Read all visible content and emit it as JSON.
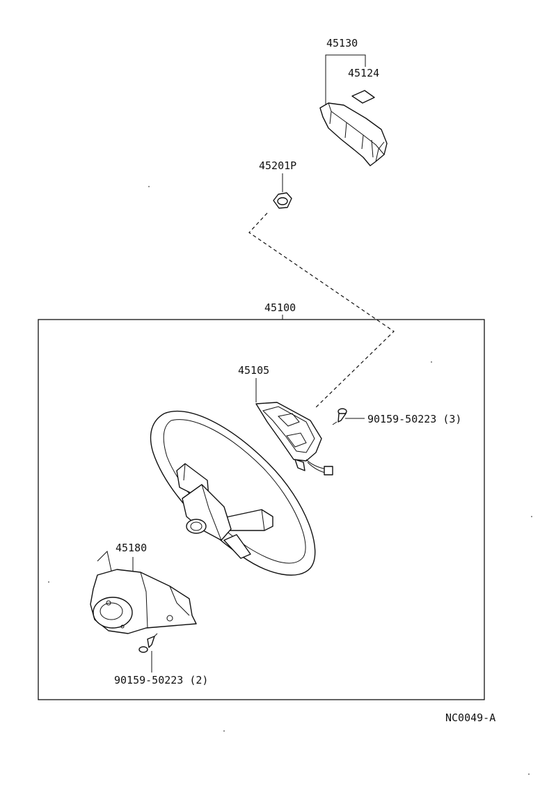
{
  "parts": {
    "p45130": "45130",
    "p45124": "45124",
    "p45201p": "45201P",
    "p45100": "45100",
    "p45105": "45105",
    "p90159_3": "90159-50223 (3)",
    "p45180": "45180",
    "p90159_2": "90159-50223 (2)"
  },
  "diagram_code": "NC0049-A",
  "icons": {
    "upper-cover": "column-cover-icon",
    "nut": "nut-icon",
    "wheel": "steering-wheel-icon",
    "pad": "horn-pad-icon",
    "screw": "screw-icon"
  }
}
